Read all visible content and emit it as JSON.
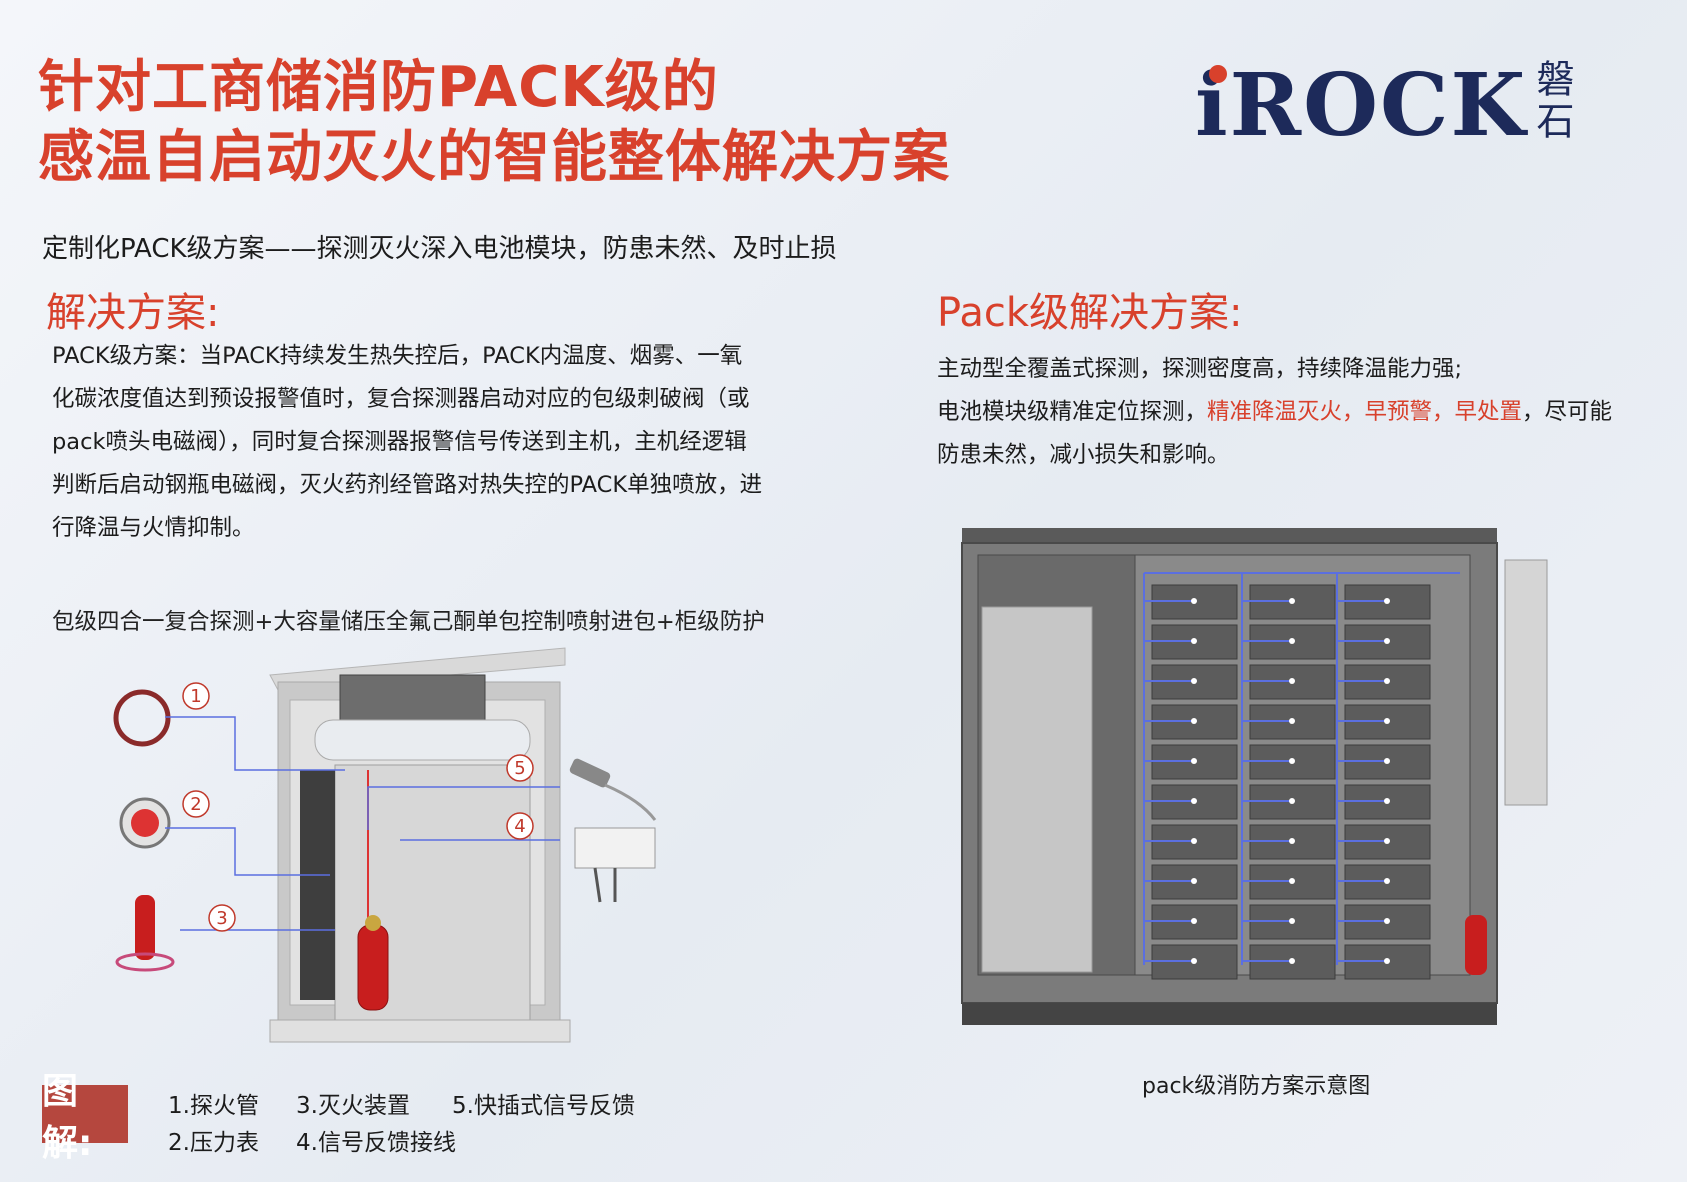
{
  "title": {
    "line1": "针对工商储消防PACK级的",
    "line2": "感温自启动灭火的智能整体解决方案"
  },
  "logo": {
    "text": "iROCK",
    "cn": "磐石"
  },
  "subtitle": "定制化PACK级方案——探测灭火深入电池模块，防患未然、及时止损",
  "left": {
    "heading": "解决方案:",
    "lines": [
      "PACK级方案：当PACK持续发生热失控后，PACK内温度、烟雾、一氧",
      "化碳浓度值达到预设报警值时，复合探测器启动对应的包级刺破阀（或",
      "pack喷头电磁阀），同时复合探测器报警信号传送到主机，主机经逻辑",
      "判断后启动钢瓶电磁阀，灭火药剂经管路对热失控的PACK单独喷放，进",
      "行降温与火情抑制。"
    ],
    "protection": "包级四合一复合探测+大容量储压全氟己酮单包控制喷射进包+柜级防护"
  },
  "right": {
    "heading": "Pack级解决方案:",
    "line1": "主动型全覆盖式探测，探测密度高，持续降温能力强;",
    "line2_a": "电池模块级精准定位探测，",
    "line2_red": "精准降温灭火，早预警，早处置",
    "line2_b": "，尽可能",
    "line3": "防患未然，减小损失和影响。",
    "caption": "pack级消防方案示意图"
  },
  "diagram_markers": [
    "1",
    "2",
    "3",
    "4",
    "5"
  ],
  "legend": {
    "badge": "图解:",
    "items": [
      "1.探火管",
      "3.灭火装置",
      "5.快插式信号反馈",
      "2.压力表",
      "4.信号反馈接线"
    ]
  },
  "colors": {
    "accent_red": "#d8412c",
    "logo_navy": "#1d2a5a",
    "badge_red": "#b5473e",
    "pipe_blue": "#5b6fe0"
  }
}
